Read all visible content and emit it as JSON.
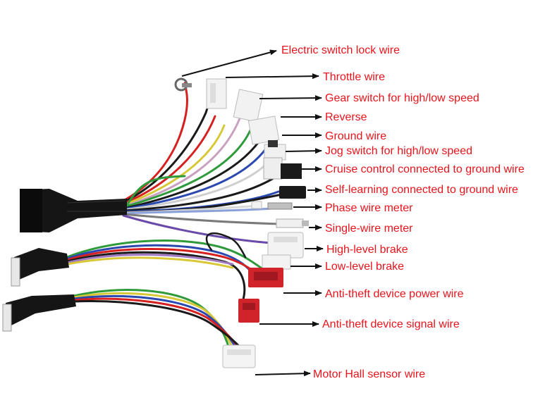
{
  "label_color": "#e8141c",
  "arrow_color": "#111111",
  "labels": [
    {
      "id": "electric-switch-lock-wire",
      "text": "Electric switch lock wire"
    },
    {
      "id": "throttle-wire",
      "text": "Throttle wire"
    },
    {
      "id": "gear-switch-wire",
      "text": "Gear switch for high/low speed"
    },
    {
      "id": "reverse-wire",
      "text": "Reverse"
    },
    {
      "id": "ground-wire",
      "text": "Ground wire"
    },
    {
      "id": "jog-switch-wire",
      "text": "Jog switch for high/low speed"
    },
    {
      "id": "cruise-control-wire",
      "text": "Cruise control connected to ground wire"
    },
    {
      "id": "self-learning-wire",
      "text": "Self-learning connected to ground wire"
    },
    {
      "id": "phase-wire-meter",
      "text": "Phase wire meter"
    },
    {
      "id": "single-wire-meter",
      "text": "Single-wire meter"
    },
    {
      "id": "high-level-brake",
      "text": "High-level brake"
    },
    {
      "id": "low-level-brake",
      "text": "Low-level brake"
    },
    {
      "id": "anti-theft-power-wire",
      "text": "Anti-theft device power wire"
    },
    {
      "id": "anti-theft-signal-wire",
      "text": "Anti-theft device signal wire"
    },
    {
      "id": "motor-hall-sensor-wire",
      "text": "Motor Hall sensor wire"
    }
  ]
}
